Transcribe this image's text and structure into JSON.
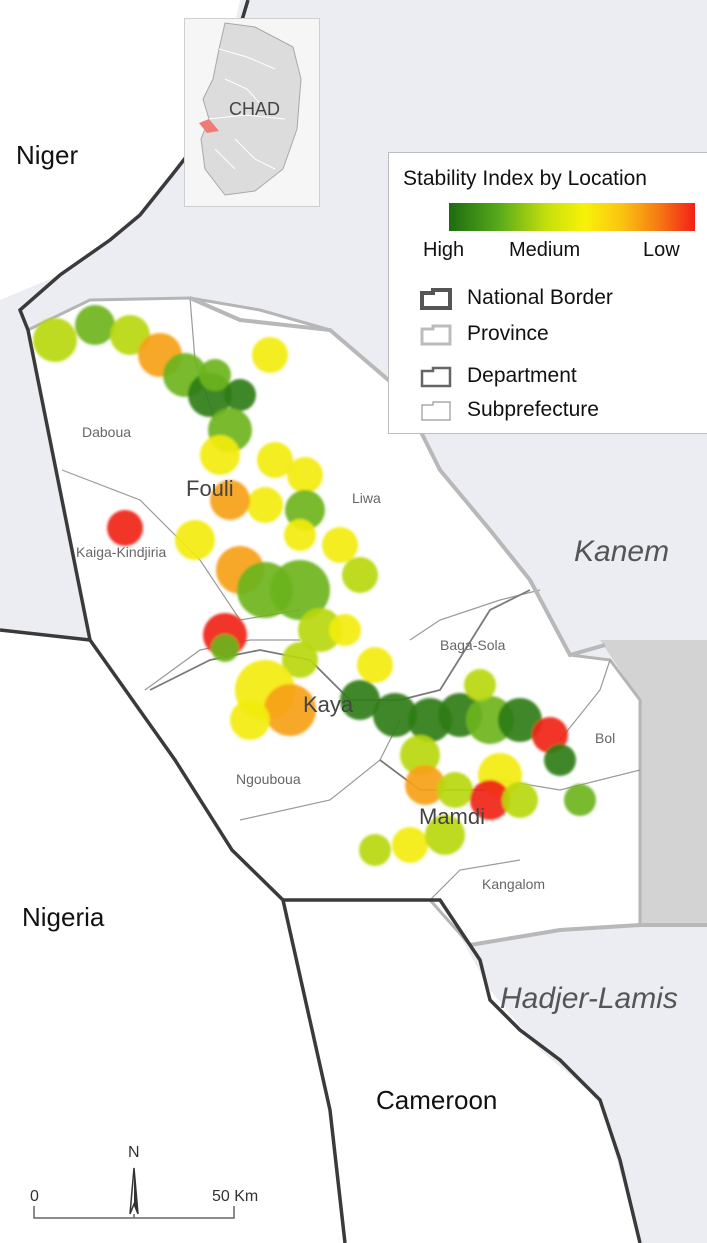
{
  "countries": {
    "niger": "Niger",
    "nigeria": "Nigeria",
    "cameroon": "Cameroon"
  },
  "provinces": {
    "kanem": "Kanem",
    "hadjer_lamis": "Hadjer-Lamis"
  },
  "departments": {
    "fouli": "Fouli",
    "kaya": "Kaya",
    "mamdi": "Mamdi"
  },
  "subprefectures": {
    "daboua": "Daboua",
    "liwa": "Liwa",
    "kaiga_kindjiria": "Kaiga-Kindjiria",
    "baga_sola": "Baga-Sola",
    "bol": "Bol",
    "ngouboua": "Ngouboua",
    "kangalom": "Kangalom"
  },
  "inset": {
    "label": "CHAD"
  },
  "legend": {
    "title": "Stability Index by Location",
    "ramp": {
      "high": "High",
      "medium": "Medium",
      "low": "Low"
    },
    "items": [
      {
        "label": "National Border",
        "symbol": "national-border"
      },
      {
        "label": "Province",
        "symbol": "province"
      },
      {
        "label": "Department",
        "symbol": "department"
      },
      {
        "label": "Subprefecture",
        "symbol": "subprefecture"
      }
    ]
  },
  "scale": {
    "start": "0",
    "end": "50 Km",
    "north": "N"
  },
  "colors": {
    "high": "#2a7a12",
    "medium": "#f4ee0c",
    "low": "#f41f18",
    "land_outside": "#ebedf2",
    "lake": "#d3d3d3"
  }
}
